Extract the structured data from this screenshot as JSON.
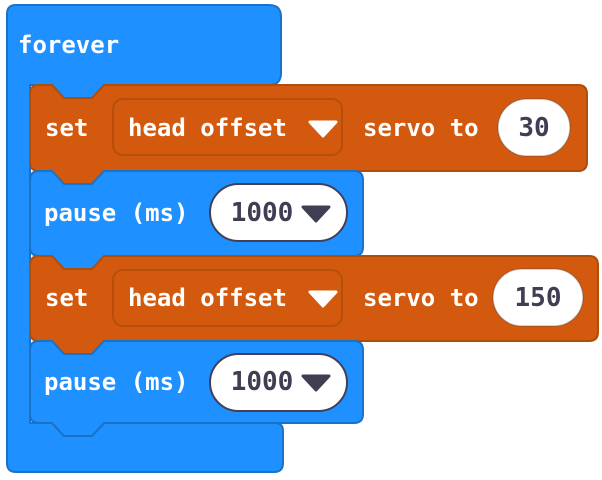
{
  "workspace": {
    "kind": "block-editor-snippet",
    "background": "#ffffff"
  },
  "colors": {
    "loop_block_fill": "#1E90FF",
    "loop_block_border": "#1A72C8",
    "servo_block_fill": "#D2590E",
    "servo_block_border": "#AD4E0B",
    "field_pill_fill": "#FFFFFF",
    "field_pill_border": "#433F59",
    "field_text": "#3F3E52",
    "label_text": "#FFFFFF"
  },
  "forever_block": {
    "label": "forever"
  },
  "statements": [
    {
      "kind": "set_servo",
      "prefix": "set",
      "dropdown": "head offset",
      "suffix": "servo to",
      "value": "30"
    },
    {
      "kind": "pause",
      "label": "pause (ms)",
      "value": "1000"
    },
    {
      "kind": "set_servo",
      "prefix": "set",
      "dropdown": "head offset",
      "suffix": "servo to",
      "value": "150"
    },
    {
      "kind": "pause",
      "label": "pause (ms)",
      "value": "1000"
    }
  ]
}
